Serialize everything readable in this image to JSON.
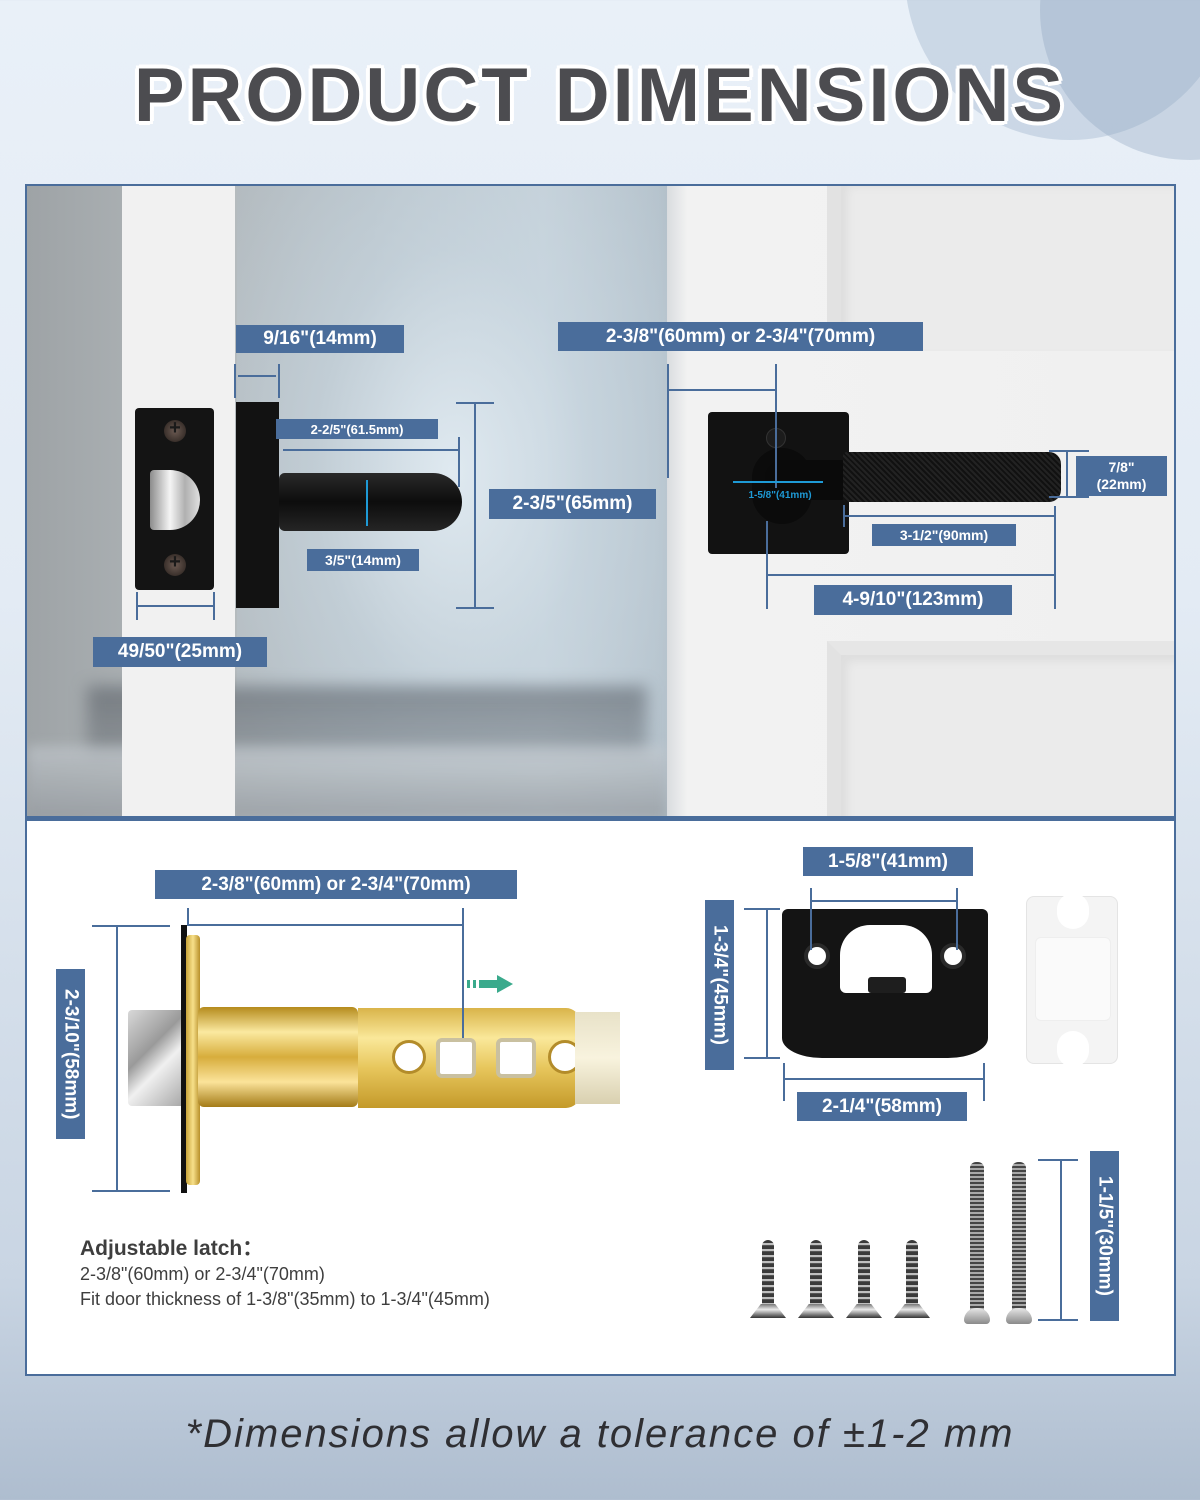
{
  "title": "PRODUCT DIMENSIONS",
  "colors": {
    "label_bg": "#4a6d9b",
    "label_text": "#ffffff",
    "dimension_line": "#4a6d9b",
    "highlight_line": "#1e9ad6",
    "adjust_arrow": "#3aaa8c",
    "title_text": "#4c4c50"
  },
  "photo_panel": {
    "side_view": {
      "rose_depth": "9/16\"(14mm)",
      "lever_projection": "2-2/5\"(61.5mm)",
      "rose_height": "2-3/5\"(65mm)",
      "lever_thickness": "3/5\"(14mm)",
      "strike_width": "49/50\"(25mm)"
    },
    "front_view": {
      "backset": "2-3/8\"(60mm) or 2-3/4\"(70mm)",
      "hub_spacing": "1-5/8\"(41mm)",
      "grip_diameter_line1": "7/8\"",
      "grip_diameter_line2": "(22mm)",
      "grip_length": "3-1/2\"(90mm)",
      "lever_length": "4-9/10\"(123mm)"
    }
  },
  "spec_panel": {
    "latch": {
      "backset": "2-3/8\"(60mm) or 2-3/4\"(70mm)",
      "faceplate_height": "2-3/10\"(58mm)",
      "adjust_icon": "arrow-right-icon"
    },
    "strike_plate": {
      "hole_spacing": "1-5/8\"(41mm)",
      "height": "1-3/4\"(45mm)",
      "width": "2-1/4\"(58mm)"
    },
    "screws": {
      "length": "1-1/5\"(30mm)",
      "wood_screw_count": 4,
      "machine_screw_count": 2
    },
    "note": {
      "heading": "Adjustable latch：",
      "line1": "2-3/8\"(60mm) or 2-3/4\"(70mm)",
      "line2": "Fit door thickness of 1-3/8\"(35mm) to 1-3/4\"(45mm)"
    }
  },
  "footer": "*Dimensions allow a tolerance of ±1-2 mm"
}
